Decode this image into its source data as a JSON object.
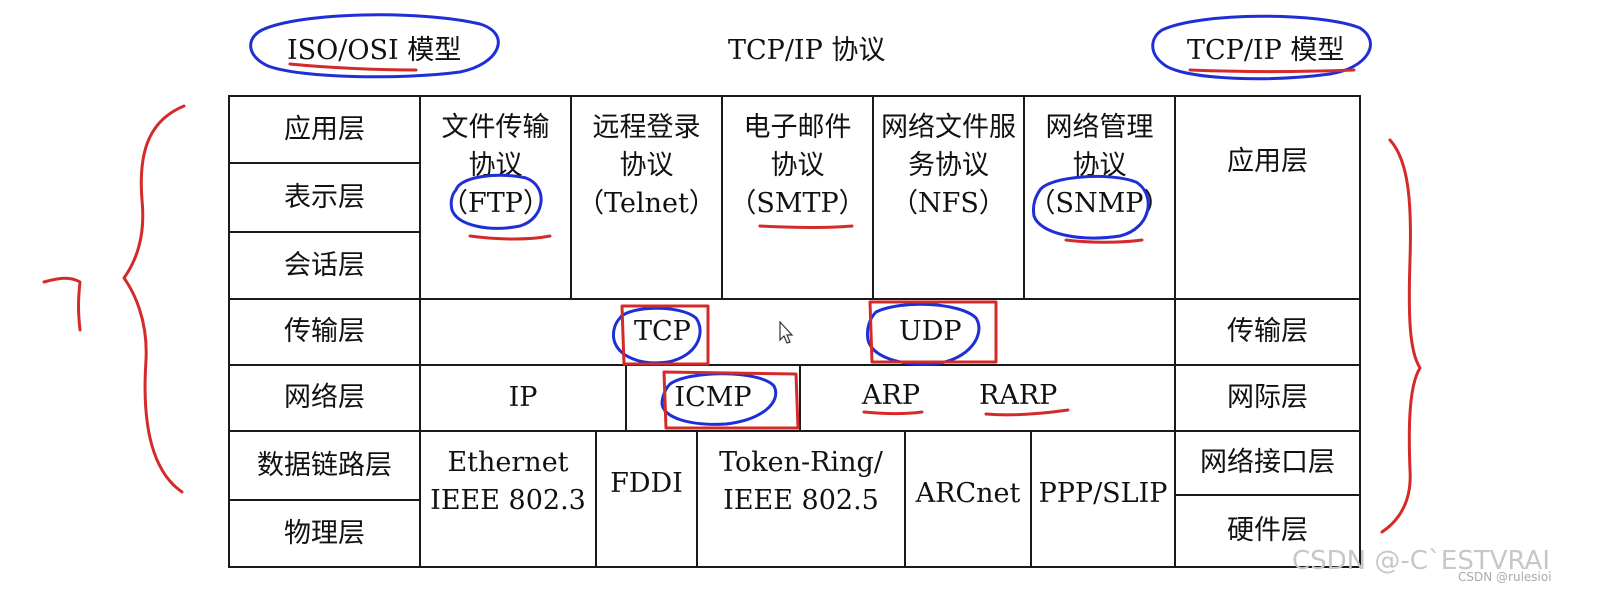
{
  "header": {
    "left": "ISO/OSI 模型",
    "center": "TCP/IP 协议",
    "right": "TCP/IP 模型"
  },
  "osi_layers": [
    "应用层",
    "表示层",
    "会话层",
    "传输层",
    "网络层",
    "数据链路层",
    "物理层"
  ],
  "tcpip_layers": [
    "应用层",
    "传输层",
    "网际层",
    "网络接口层",
    "硬件层"
  ],
  "app_protocols": [
    {
      "name": "文件传输",
      "line2": "协议",
      "abbr": "（FTP）"
    },
    {
      "name": "远程登录",
      "line2": "协议",
      "abbr": "（Telnet）"
    },
    {
      "name": "电子邮件",
      "line2": "协议",
      "abbr": "（SMTP）"
    },
    {
      "name": "网络文件服",
      "line2": "务协议",
      "abbr": "（NFS）"
    },
    {
      "name": "网络管理",
      "line2": "协议",
      "abbr": "（SNMP）"
    }
  ],
  "transport": {
    "tcp": "TCP",
    "udp": "UDP"
  },
  "network": {
    "ip": "IP",
    "icmp": "ICMP",
    "arp": "ARP",
    "rarp": "RARP"
  },
  "link": {
    "ethernet": {
      "line1": "Ethernet",
      "line2": "IEEE 802.3"
    },
    "fddi": "FDDI",
    "token_ring": {
      "line1": "Token-Ring/",
      "line2": "IEEE 802.5"
    },
    "arcnet": "ARCnet",
    "ppp": "PPP/SLIP"
  },
  "watermark": {
    "main": "CSDN @-C`ESTVRAI",
    "small": "CSDN @rulesioi"
  },
  "annotation_colors": {
    "blue_ink": "#1f2fd6",
    "red_ink": "#d42a2a"
  }
}
